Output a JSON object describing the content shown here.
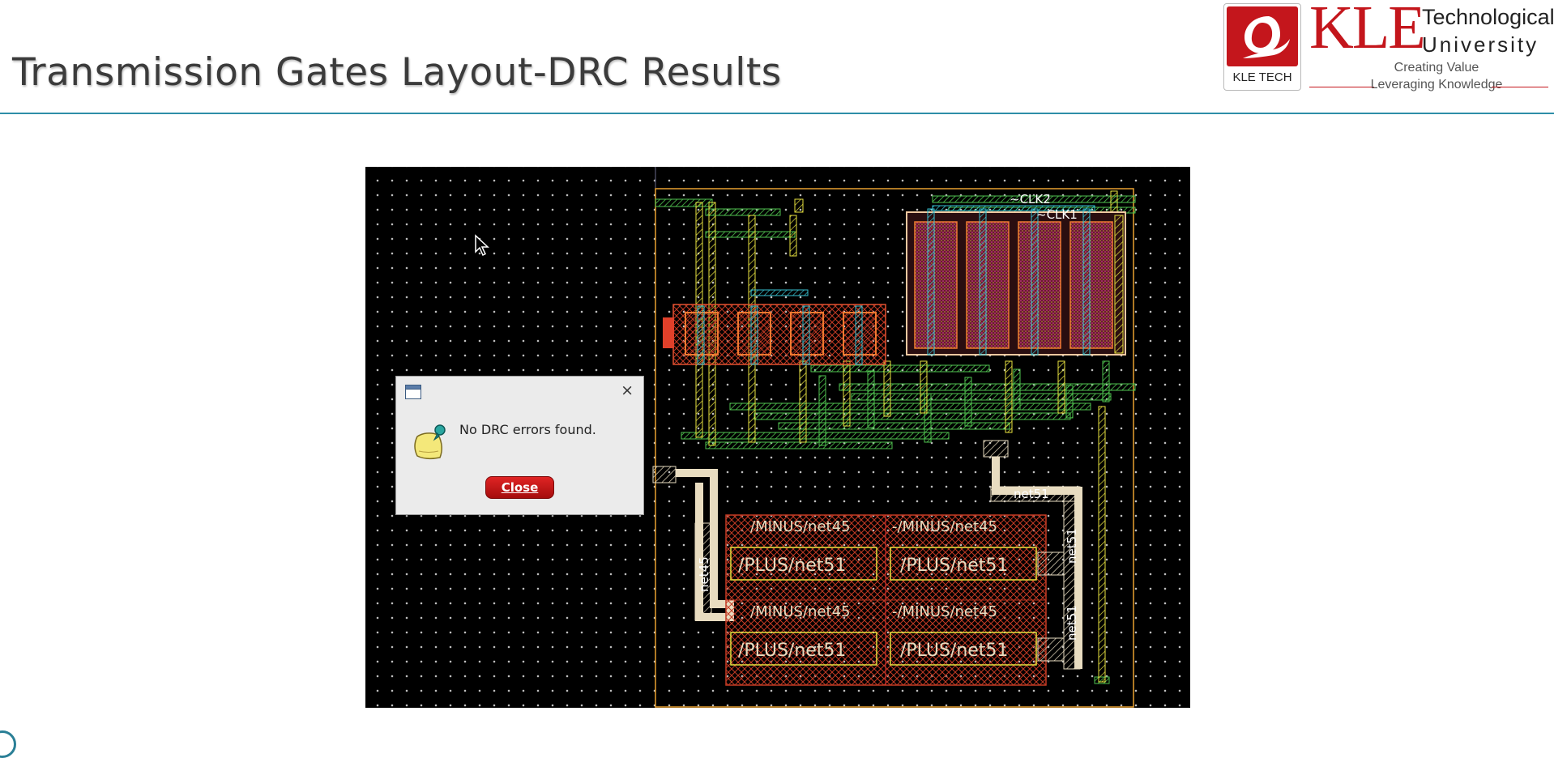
{
  "slide": {
    "title": "Transmission Gates Layout-DRC Results"
  },
  "logo": {
    "kle": "KLE",
    "tech": "Technological",
    "univ": "University",
    "tag": "KLE TECH",
    "caption1": "Creating Value",
    "caption2": "Leveraging Knowledge"
  },
  "layout_labels": {
    "clk2": "~CLK2",
    "clk1": "~CLK1",
    "net51_top": "net51",
    "net51_side1": "net51",
    "net51_side2": "net51",
    "net45": "net45",
    "minus_1a": "/MINUS/net45",
    "minus_1b": "-/MINUS/net45",
    "plus_1a": "/PLUS/net51",
    "plus_1b": "/PLUS/net51",
    "minus_2a": "/MINUS/net45",
    "minus_2b": "-/MINUS/net45",
    "plus_2a": "/PLUS/net51",
    "plus_2b": "/PLUS/net51"
  },
  "dialog": {
    "message": "No DRC errors found.",
    "close_button": "Close",
    "close_x": "×"
  },
  "colors": {
    "accent": "#2e8ea8",
    "brand_red": "#c4161c",
    "metal1": "#4fc24f",
    "poly": "#e8e240",
    "diffusion": "#d0402a",
    "metal2": "#36c0d0",
    "boundary": "#e8a030"
  }
}
